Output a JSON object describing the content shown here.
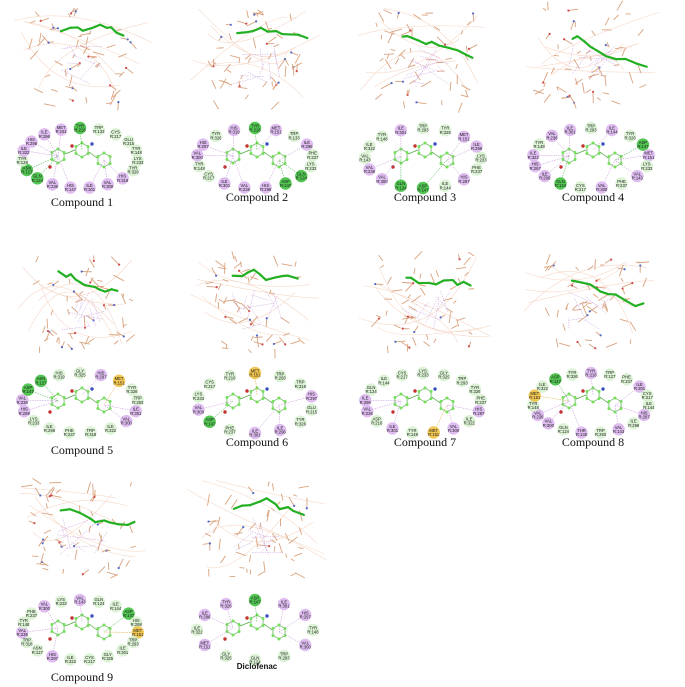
{
  "panels": [
    {
      "caption": "Compound 1",
      "residues": [
        {
          "label": "TYR R:216",
          "type": "hbond"
        },
        {
          "label": "TRP R:133",
          "type": "vdw"
        },
        {
          "label": "CYS R:217",
          "type": "vdw"
        },
        {
          "label": "GLU R:215",
          "type": "vdw"
        },
        {
          "label": "TYR R:148",
          "type": "vdw"
        },
        {
          "label": "LYS R:233",
          "type": "vdw"
        },
        {
          "label": "TYR R:326",
          "type": "vdw"
        },
        {
          "label": "HIS R:319",
          "type": "pi"
        },
        {
          "label": "VAL R:300",
          "type": "pi"
        },
        {
          "label": "ILE R:301",
          "type": "pi"
        },
        {
          "label": "HIS R:147",
          "type": "pi"
        },
        {
          "label": "VAL R:236",
          "type": "pi"
        },
        {
          "label": "GLN R:124",
          "type": "hbond"
        },
        {
          "label": "ASN R:127",
          "type": "hbond"
        },
        {
          "label": "TYR R:128",
          "type": "vdw"
        },
        {
          "label": "ILE R:322",
          "type": "pi"
        },
        {
          "label": "HIS R:298",
          "type": "pi"
        },
        {
          "label": "ILE R:296",
          "type": "pi"
        },
        {
          "label": "MET R:151",
          "type": "pi"
        }
      ]
    },
    {
      "caption": "Compound 2",
      "residues": [
        {
          "label": "TYR R:216",
          "type": "hbond"
        },
        {
          "label": "MET R:151",
          "type": "pi"
        },
        {
          "label": "TRP R:133",
          "type": "vdw"
        },
        {
          "label": "ILE R:296",
          "type": "pi"
        },
        {
          "label": "PHE R:237",
          "type": "vdw"
        },
        {
          "label": "LYS R:233",
          "type": "vdw"
        },
        {
          "label": "GLN R:124",
          "type": "hbond"
        },
        {
          "label": "ASP R:147",
          "type": "hbond"
        },
        {
          "label": "HIS R:298",
          "type": "pi"
        },
        {
          "label": "VAL R:236",
          "type": "pi"
        },
        {
          "label": "ILE R:301",
          "type": "pi"
        },
        {
          "label": "CYS R:217",
          "type": "vdw"
        },
        {
          "label": "TYR R:148",
          "type": "vdw"
        },
        {
          "label": "VAL R:300",
          "type": "pi"
        },
        {
          "label": "HIS R:297",
          "type": "pi"
        },
        {
          "label": "TYR R:326",
          "type": "vdw"
        },
        {
          "label": "HIS R:319",
          "type": "pi"
        }
      ]
    },
    {
      "caption": "Compound 3",
      "residues": [
        {
          "label": "TRP R:293",
          "type": "vdw"
        },
        {
          "label": "TYR R:326",
          "type": "vdw"
        },
        {
          "label": "MET R:151",
          "type": "pi"
        },
        {
          "label": "ILE R:296",
          "type": "pi"
        },
        {
          "label": "LYS R:233",
          "type": "vdw"
        },
        {
          "label": "PHE R:237",
          "type": "vdw"
        },
        {
          "label": "HIS R:297",
          "type": "pi"
        },
        {
          "label": "ILE R:144",
          "type": "vdw"
        },
        {
          "label": "ASP R:147",
          "type": "hbond"
        },
        {
          "label": "GLN R:124",
          "type": "hbond"
        },
        {
          "label": "VAL R:300",
          "type": "pi"
        },
        {
          "label": "VAL R:236",
          "type": "pi"
        },
        {
          "label": "VAL R:143",
          "type": "vdw"
        },
        {
          "label": "ILE R:322",
          "type": "vdw"
        },
        {
          "label": "TYR R:148",
          "type": "vdw"
        },
        {
          "label": "ILE R:301",
          "type": "pi"
        }
      ]
    },
    {
      "caption": "Compound 4",
      "residues": [
        {
          "label": "TRP R:293",
          "type": "vdw"
        },
        {
          "label": "ILE R:144",
          "type": "pi"
        },
        {
          "label": "TYR R:326",
          "type": "vdw"
        },
        {
          "label": "ASP R:147",
          "type": "hbond"
        },
        {
          "label": "MET R:151",
          "type": "pi"
        },
        {
          "label": "LYS R:233",
          "type": "vdw"
        },
        {
          "label": "VAL R:143",
          "type": "pi"
        },
        {
          "label": "PHE R:237",
          "type": "vdw"
        },
        {
          "label": "VAL R:300",
          "type": "pi"
        },
        {
          "label": "CYS R:217",
          "type": "vdw"
        },
        {
          "label": "GLN R:124",
          "type": "hbond"
        },
        {
          "label": "ILE R:296",
          "type": "pi"
        },
        {
          "label": "HIS R:297",
          "type": "pi"
        },
        {
          "label": "ILE R:322",
          "type": "pi"
        },
        {
          "label": "TYR R:148",
          "type": "vdw"
        },
        {
          "label": "VAL R:236",
          "type": "pi"
        },
        {
          "label": "ILE R:301",
          "type": "pi"
        }
      ]
    },
    {
      "caption": "Compound 5",
      "residues": [
        {
          "label": "GLY R:325",
          "type": "vdw"
        },
        {
          "label": "HIS R:297",
          "type": "pi"
        },
        {
          "label": "MET R:151",
          "type": "sulfur"
        },
        {
          "label": "TYR R:326",
          "type": "vdw"
        },
        {
          "label": "TRP R:293",
          "type": "vdw"
        },
        {
          "label": "ILE R:301",
          "type": "pi"
        },
        {
          "label": "VAL R:300",
          "type": "pi"
        },
        {
          "label": "ILE R:322",
          "type": "vdw"
        },
        {
          "label": "TRP R:318",
          "type": "vdw"
        },
        {
          "label": "PHE R:237",
          "type": "vdw"
        },
        {
          "label": "ILE R:296",
          "type": "vdw"
        },
        {
          "label": "LYS R:233",
          "type": "vdw"
        },
        {
          "label": "HIS R:298",
          "type": "pi"
        },
        {
          "label": "VAL R:236",
          "type": "pi"
        },
        {
          "label": "ASP R:147",
          "type": "hbond"
        },
        {
          "label": "ASN R:127",
          "type": "hbond"
        },
        {
          "label": "HIS R:319",
          "type": "vdw"
        }
      ]
    },
    {
      "caption": "Compound 6",
      "residues": [
        {
          "label": "MET R:151",
          "type": "sulfur"
        },
        {
          "label": "TRP R:293",
          "type": "vdw"
        },
        {
          "label": "TRP R:318",
          "type": "vdw"
        },
        {
          "label": "HIS R:297",
          "type": "pi"
        },
        {
          "label": "GLU R:215",
          "type": "vdw"
        },
        {
          "label": "TYR R:326",
          "type": "vdw"
        },
        {
          "label": "ILE R:296",
          "type": "pi"
        },
        {
          "label": "ILE R:301",
          "type": "pi"
        },
        {
          "label": "PHE R:237",
          "type": "vdw"
        },
        {
          "label": "ASP R:147",
          "type": "hbond"
        },
        {
          "label": "VAL R:300",
          "type": "pi"
        },
        {
          "label": "LYS R:233",
          "type": "vdw"
        },
        {
          "label": "CYS R:217",
          "type": "vdw"
        },
        {
          "label": "TYR R:216",
          "type": "vdw"
        }
      ]
    },
    {
      "caption": "Compound 7",
      "residues": [
        {
          "label": "LYS R:233",
          "type": "vdw"
        },
        {
          "label": "GLY R:325",
          "type": "vdw"
        },
        {
          "label": "TRP R:293",
          "type": "vdw"
        },
        {
          "label": "TYR R:326",
          "type": "vdw"
        },
        {
          "label": "PHE R:237",
          "type": "vdw"
        },
        {
          "label": "HIS R:297",
          "type": "pi"
        },
        {
          "label": "ILE R:322",
          "type": "vdw"
        },
        {
          "label": "VAL R:300",
          "type": "pi"
        },
        {
          "label": "MET R:151",
          "type": "sulfur"
        },
        {
          "label": "TYR R:148",
          "type": "vdw"
        },
        {
          "label": "ILE R:301",
          "type": "pi"
        },
        {
          "label": "ASP R:216",
          "type": "vdw"
        },
        {
          "label": "VAL R:236",
          "type": "pi"
        },
        {
          "label": "ILE R:296",
          "type": "pi"
        },
        {
          "label": "GLN R:124",
          "type": "vdw"
        },
        {
          "label": "ILE R:144",
          "type": "vdw"
        },
        {
          "label": "CYS R:217",
          "type": "vdw"
        }
      ]
    },
    {
      "caption": "Compound 8",
      "residues": [
        {
          "label": "TYR R:216",
          "type": "pi"
        },
        {
          "label": "TRP R:127",
          "type": "vdw"
        },
        {
          "label": "PHE R:237",
          "type": "vdw"
        },
        {
          "label": "ILE R:301",
          "type": "pi"
        },
        {
          "label": "CYS R:217",
          "type": "vdw"
        },
        {
          "label": "ILE R:144",
          "type": "vdw"
        },
        {
          "label": "HIS R:297",
          "type": "pi"
        },
        {
          "label": "ILE R:296",
          "type": "vdw"
        },
        {
          "label": "VAL R:143",
          "type": "pi"
        },
        {
          "label": "TRP R:293",
          "type": "vdw"
        },
        {
          "label": "THR R:135",
          "type": "pi"
        },
        {
          "label": "GLN R:124",
          "type": "vdw"
        },
        {
          "label": "VAL R:300",
          "type": "pi"
        },
        {
          "label": "VAL R:236",
          "type": "pi"
        },
        {
          "label": "TYR R:148",
          "type": "vdw"
        },
        {
          "label": "MET R:151",
          "type": "sulfur"
        },
        {
          "label": "ILE R:322",
          "type": "vdw"
        },
        {
          "label": "ASP R:147",
          "type": "hbond"
        },
        {
          "label": "TYR R:326",
          "type": "vdw"
        }
      ]
    },
    {
      "caption": "Compound 9",
      "residues": [
        {
          "label": "VAL R:143",
          "type": "pi"
        },
        {
          "label": "GLN R:124",
          "type": "vdw"
        },
        {
          "label": "ILE R:144",
          "type": "vdw"
        },
        {
          "label": "ASP R:147",
          "type": "hbond"
        },
        {
          "label": "HIS R:298",
          "type": "vdw"
        },
        {
          "label": "MET R:151",
          "type": "sulfur"
        },
        {
          "label": "TRP R:293",
          "type": "vdw"
        },
        {
          "label": "ILE R:301",
          "type": "vdw"
        },
        {
          "label": "GLY R:325",
          "type": "vdw"
        },
        {
          "label": "CYS R:217",
          "type": "vdw"
        },
        {
          "label": "ILE R:322",
          "type": "vdw"
        },
        {
          "label": "HIS R:297",
          "type": "pi"
        },
        {
          "label": "ASN R:127",
          "type": "vdw"
        },
        {
          "label": "TRP R:318",
          "type": "vdw"
        },
        {
          "label": "VAL R:236",
          "type": "pi"
        },
        {
          "label": "TYR R:148",
          "type": "vdw"
        },
        {
          "label": "PHE R:237",
          "type": "vdw"
        },
        {
          "label": "VAL R:300",
          "type": "pi"
        },
        {
          "label": "LYS R:233",
          "type": "vdw"
        }
      ]
    },
    {
      "caption": "Diclofenac",
      "residues": [
        {
          "label": "ASP R:147",
          "type": "hbond"
        },
        {
          "label": "ILE R:301",
          "type": "pi"
        },
        {
          "label": "HIS R:297",
          "type": "pi"
        },
        {
          "label": "TYR R:148",
          "type": "vdw"
        },
        {
          "label": "VAL R:300",
          "type": "pi"
        },
        {
          "label": "TRP R:293",
          "type": "vdw"
        },
        {
          "label": "GLN R:124",
          "type": "vdw"
        },
        {
          "label": "GLY R:325",
          "type": "vdw"
        },
        {
          "label": "MET R:151",
          "type": "pi"
        },
        {
          "label": "ILE R:322",
          "type": "vdw"
        },
        {
          "label": "ILE R:296",
          "type": "pi"
        },
        {
          "label": "TYR R:326",
          "type": "pi"
        }
      ]
    }
  ],
  "colors": {
    "vdw": "#d7f2cf",
    "hbond": "#3fbf3f",
    "pi": "#dcb6ef",
    "sulfur": "#f0c040",
    "ligand_atom": "#74e05a",
    "ligand_bond": "#4da640",
    "protein_stick": "#d9a27e",
    "ligand_stick": "#22b022"
  }
}
